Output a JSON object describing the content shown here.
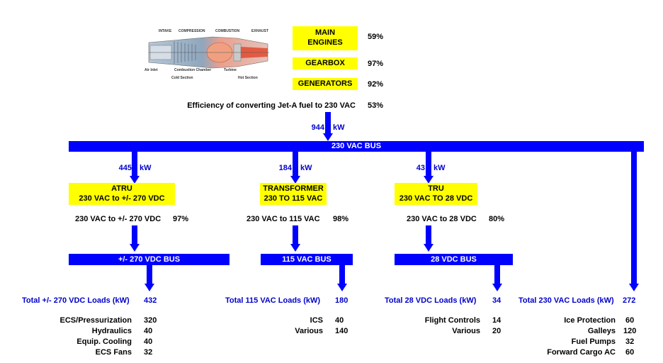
{
  "engine_diagram": {
    "labels": {
      "intake": "INTAKE",
      "compression": "COMPRESSION",
      "combustion": "COMBUSTION",
      "exhaust": "EXHAUST",
      "air_inlet": "Air Inlet",
      "combustion_chamber": "Combustion Chamber",
      "turbine": "Turbine",
      "cold_section": "Cold Section",
      "hot_section": "Hot Section"
    }
  },
  "efficiencies": {
    "main_engines": {
      "label": "MAIN\nENGINES",
      "value": "59%"
    },
    "gearbox": {
      "label": "GEARBOX",
      "value": "97%"
    },
    "generators": {
      "label": "GENERATORS",
      "value": "92%"
    },
    "overall": {
      "label": "Efficiency of converting Jet-A fuel to 230 VAC",
      "value": "53%"
    }
  },
  "input_power": {
    "value": "944",
    "unit": "kW"
  },
  "main_bus": {
    "label": "230 VAC BUS"
  },
  "converters": [
    {
      "id": "atru",
      "flow_value": "445",
      "flow_unit": "kW",
      "name": "ATRU",
      "desc": "230 VAC to +/- 270 VDC",
      "eff_label": "230 VAC to +/- 270 VDC",
      "eff_value": "97%",
      "bus_label": "+/- 270 VDC BUS",
      "total_label": "Total +/- 270 VDC Loads (kW)",
      "total_value": "432",
      "loads": [
        [
          "ECS/Pressurization",
          "320"
        ],
        [
          "Hydraulics",
          "40"
        ],
        [
          "Equip. Cooling",
          "40"
        ],
        [
          "ECS Fans",
          "32"
        ]
      ]
    },
    {
      "id": "transformer",
      "flow_value": "184",
      "flow_unit": "kW",
      "name": "TRANSFORMER",
      "desc": "230 TO 115 VAC",
      "eff_label": "230 VAC to 115 VAC",
      "eff_value": "98%",
      "bus_label": "115 VAC BUS",
      "total_label": "Total 115 VAC Loads (kW)",
      "total_value": "180",
      "loads": [
        [
          "ICS",
          "40"
        ],
        [
          "Various",
          "140"
        ]
      ]
    },
    {
      "id": "tru",
      "flow_value": "43",
      "flow_unit": "kW",
      "name": "TRU",
      "desc": "230 VAC TO 28 VDC",
      "eff_label": "230 VAC to 28 VDC",
      "eff_value": "80%",
      "bus_label": "28 VDC BUS",
      "total_label": "Total 28 VDC Loads (kW)",
      "total_value": "34",
      "loads": [
        [
          "Flight Controls",
          "14"
        ],
        [
          "Various",
          "20"
        ]
      ]
    }
  ],
  "direct_ac": {
    "total_label": "Total 230 VAC Loads (kW)",
    "total_value": "272",
    "loads": [
      [
        "Ice Protection",
        "60"
      ],
      [
        "Galleys",
        "120"
      ],
      [
        "Fuel Pumps",
        "32"
      ],
      [
        "Forward Cargo AC",
        "60"
      ]
    ]
  },
  "colors": {
    "bus": "#0000ff",
    "box": "#ffff00",
    "total_text": "#0000cc"
  }
}
